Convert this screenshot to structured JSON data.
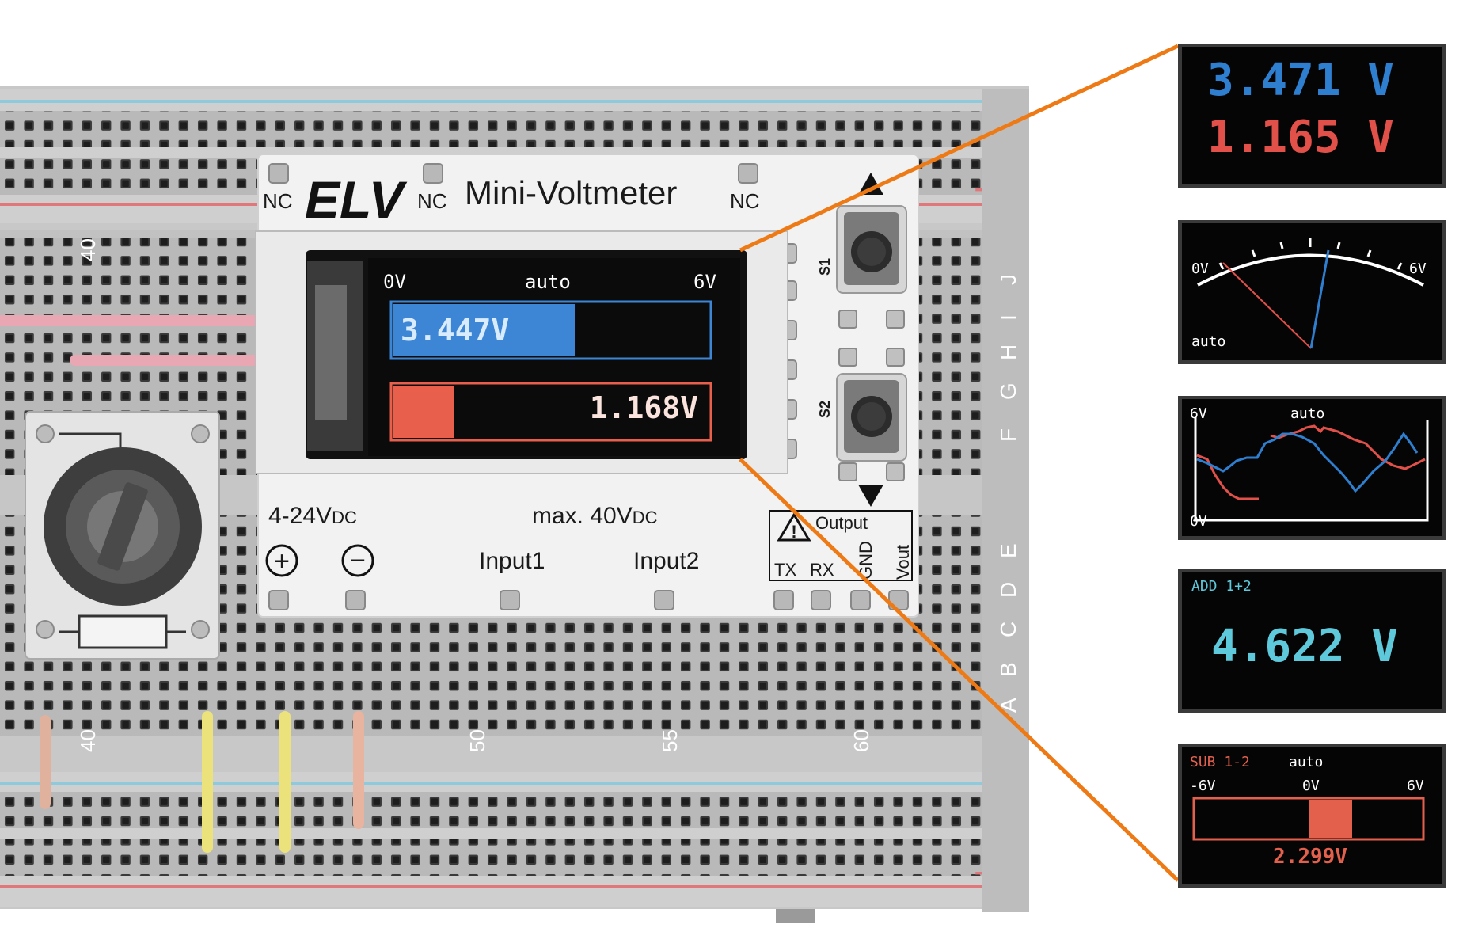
{
  "module": {
    "brand": "ELV",
    "name": "Mini-Voltmeter",
    "nc": "NC",
    "supply": "4-24",
    "supply_unit_v": "V",
    "supply_unit_dc": "DC",
    "max_label": "max. 40",
    "max_unit_v": "V",
    "max_unit_dc": "DC",
    "input1": "Input1",
    "input2": "Input2",
    "output": "Output",
    "tx": "TX",
    "rx": "RX",
    "gnd": "GND",
    "vout": "Vout",
    "s1": "S1",
    "s2": "S2",
    "plus_symbol": "+",
    "minus_symbol": "−",
    "warning_icon": "warning-triangle-icon"
  },
  "main_display": {
    "range_low": "0V",
    "range_mode": "auto",
    "range_high": "6V",
    "ch1_value": "3.447V",
    "ch1_level": 0.5745,
    "ch1_color": "#3d86d6",
    "ch2_value": "1.168V",
    "ch2_level": 0.1947,
    "ch2_color": "#e8604c"
  },
  "breadboard": {
    "upper_column_label": "40",
    "lower_column_labels": [
      "40",
      "50",
      "55",
      "60"
    ],
    "row_letters_upper": [
      "J",
      "I",
      "H",
      "G",
      "F"
    ],
    "row_letters_lower": [
      "E",
      "D",
      "C",
      "B",
      "A"
    ],
    "rail_plus": "+",
    "rail_minus": "−"
  },
  "screens": {
    "dual": {
      "ch1": "3.471 V",
      "ch2": "1.165 V",
      "ch1_color": "#2f7fd0",
      "ch2_color": "#e2504a"
    },
    "analog": {
      "left": "0V",
      "right": "6V",
      "mode": "auto"
    },
    "graph": {
      "top": "6V",
      "bottom": "0V",
      "mode": "auto"
    },
    "add": {
      "label": "ADD 1+2",
      "value": "4.622 V",
      "color": "#5fc9dc"
    },
    "sub": {
      "label": "SUB 1-2",
      "mode": "auto",
      "left": "-6V",
      "center": "0V",
      "right": "6V",
      "value": "2.299V",
      "level": 0.1916,
      "color": "#e2604c"
    }
  },
  "accent_color": "#ee7a16"
}
